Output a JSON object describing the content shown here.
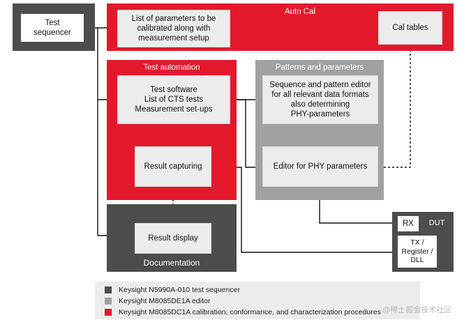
{
  "nodes": {
    "test_sequencer": "Test\nsequencer",
    "auto_cal_title": "Auto Cal",
    "param_list": "List of parameters to be\ncalibrated along with\nmeasurement setup",
    "cal_tables": "Cal tables",
    "test_automation_title": "Test automation",
    "test_software": "Test software\nList of CTS tests\nMeasurement set-ups",
    "result_capturing": "Result capturing",
    "patterns_title": "Patterns and parameters",
    "sequence_editor": "Sequence and pattern editor\nfor all relevant data formats\nalso determining\nPHY-parameters",
    "phy_editor": "Editor for PHY parameters",
    "documentation_title": "Documentation",
    "result_display": "Result display",
    "rx": "RX",
    "dut": "DUT",
    "tx_register": "TX /\nRegister /\nDLL"
  },
  "legend": [
    {
      "label": "Keysight N5990A-010 test sequencer",
      "color": "#4d4d4f"
    },
    {
      "label": "Keysight M8085DE1A editor",
      "color": "#a0a1a3"
    },
    {
      "label": "Keysight M8085DC1A calibration, conformance, and characterization procedures",
      "color": "#e3192b"
    }
  ],
  "watermark": "@稀土掘金技术社区",
  "colors": {
    "dark": "#4d4d4f",
    "red": "#e3192b",
    "grey": "#a0a1a3",
    "light": "#ececec"
  }
}
